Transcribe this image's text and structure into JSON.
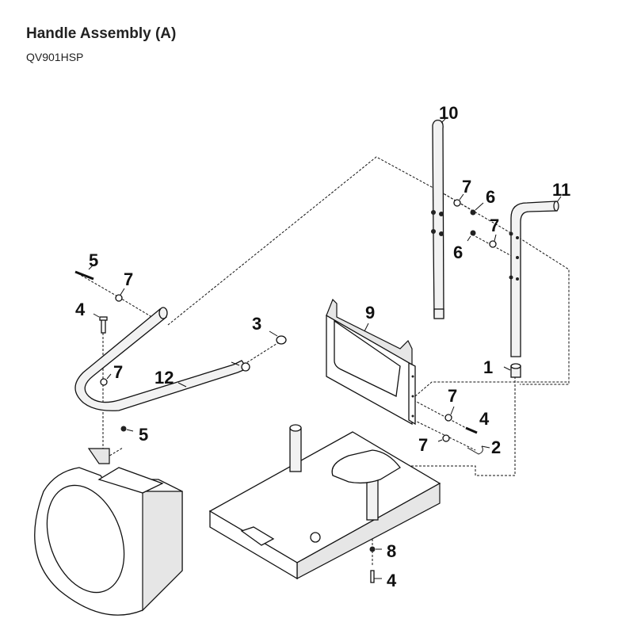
{
  "header": {
    "title": "Handle Assembly (A)",
    "part_number": "QV901HSP"
  },
  "callouts": {
    "c10": "10",
    "c11": "11",
    "c7a": "7",
    "c6a": "6",
    "c6b": "6",
    "c7b": "7",
    "c5a": "5",
    "c7c": "7",
    "c4a": "4",
    "c3": "3",
    "c9": "9",
    "c7d": "7",
    "c12": "12",
    "c1": "1",
    "c5b": "5",
    "c7e": "7",
    "c4b": "4",
    "c7f": "7",
    "c2": "2",
    "c8": "8",
    "c4c": "4"
  },
  "parts": [
    {
      "id": "10",
      "name": "handle-tube-left"
    },
    {
      "id": "11",
      "name": "handle-tube-bent"
    },
    {
      "id": "12",
      "name": "u-handle"
    },
    {
      "id": "9",
      "name": "bracket-plate"
    },
    {
      "id": "1",
      "name": "spacer"
    },
    {
      "id": "2",
      "name": "hook-bolt"
    },
    {
      "id": "3",
      "name": "nut"
    },
    {
      "id": "4",
      "name": "bolt"
    },
    {
      "id": "5",
      "name": "bolt-nut"
    },
    {
      "id": "6",
      "name": "nut"
    },
    {
      "id": "7",
      "name": "washer"
    },
    {
      "id": "8",
      "name": "lock-washer"
    }
  ]
}
